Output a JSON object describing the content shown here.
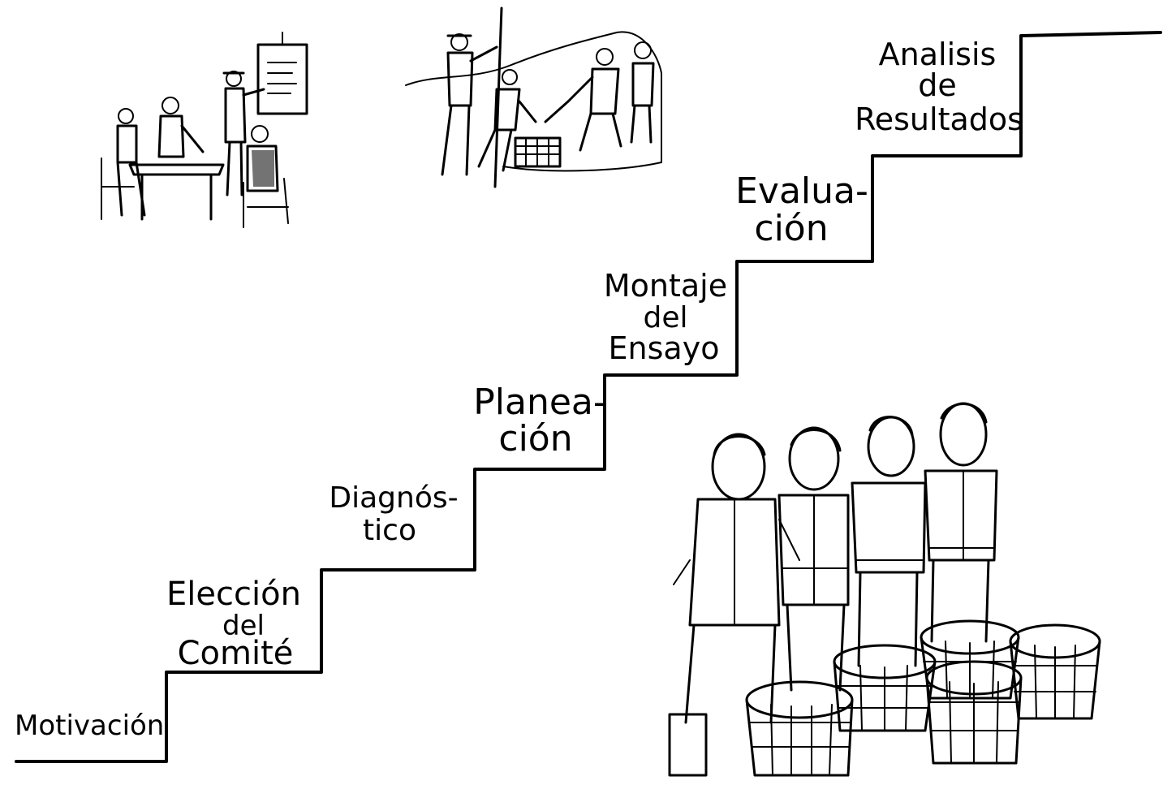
{
  "steps": [
    {
      "lines": [
        "Motivación"
      ]
    },
    {
      "lines": [
        "Elección",
        "del",
        "Comité"
      ]
    },
    {
      "lines": [
        "Diagnós-",
        "tico"
      ]
    },
    {
      "lines": [
        "Planea-",
        "ción"
      ]
    },
    {
      "lines": [
        "Montaje",
        "del",
        "Ensayo"
      ]
    },
    {
      "lines": [
        "Evalua-",
        "ción"
      ]
    },
    {
      "lines": [
        "Analisis",
        "de",
        "Resultados"
      ]
    }
  ],
  "illustrations": {
    "meeting": "meeting-scene",
    "fieldwork": "fieldwork-scene",
    "farmers": "farmers-with-baskets-scene"
  },
  "colors": {
    "ink": "#000000",
    "paper": "#ffffff"
  }
}
